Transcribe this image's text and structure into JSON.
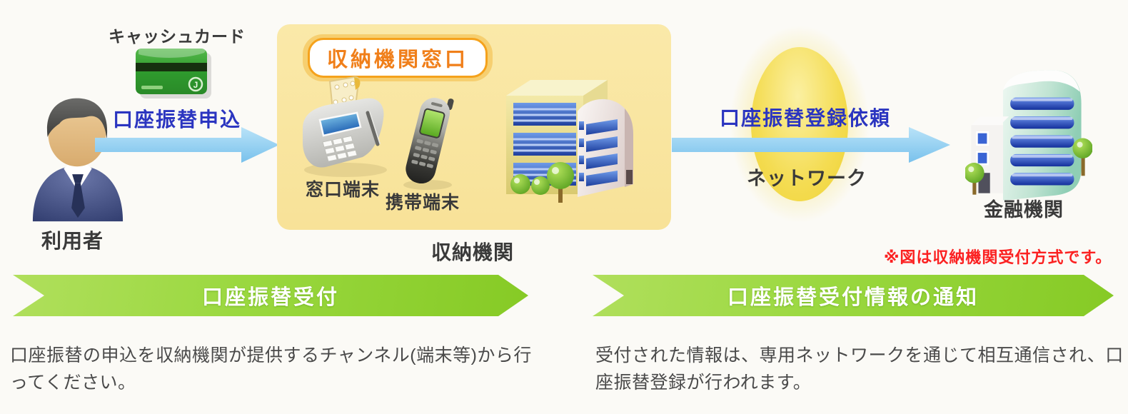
{
  "diagram": {
    "user_label": "利用者",
    "card_label": "キャッシュカード",
    "apply_label": "口座振替申込",
    "agency": {
      "badge": "収納機関窓口",
      "terminal_label": "窓口端末",
      "mobile_label": "携帯端末",
      "caption": "収納機関"
    },
    "register_label": "口座振替登録依頼",
    "network_label": "ネットワーク",
    "bank_label": "金融機関",
    "note": "※図は収納機関受付方式です。"
  },
  "steps": [
    {
      "banner": "口座振替受付",
      "description": "口座振替の申込を収納機関が提供するチャンネル(端末等)から行ってください。"
    },
    {
      "banner": "口座振替受付情報の通知",
      "description": "受付された情報は、専用ネットワークを通じて相互通信され、口座振替登録が行われます。"
    }
  ],
  "colors": {
    "accent_blue_text": "#2b35c0",
    "arrow_blue": "#8fd0f2",
    "box_yellow": "#f9e5a0",
    "badge_orange": "#f5a21c",
    "banner_green": "#8cc63f",
    "note_red": "#fb2121"
  }
}
